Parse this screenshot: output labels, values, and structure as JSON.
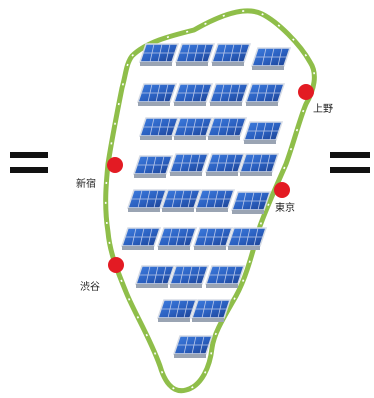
{
  "colors": {
    "loop_line": "#8fbe4a",
    "station_marker": "#e31b23",
    "panel_frame": "#d5dbe5",
    "panel_cell": "#2f67c4",
    "panel_cell_dark": "#1f4596",
    "equals_sign": "#111111"
  },
  "stations": {
    "ueno": "上野",
    "tokyo": "東京",
    "shinjuku": "新宿",
    "shibuya": "渋谷"
  },
  "icons": {
    "left": "equals-sign-icon",
    "right": "equals-sign-icon",
    "panels": "solar-panel-icon"
  }
}
